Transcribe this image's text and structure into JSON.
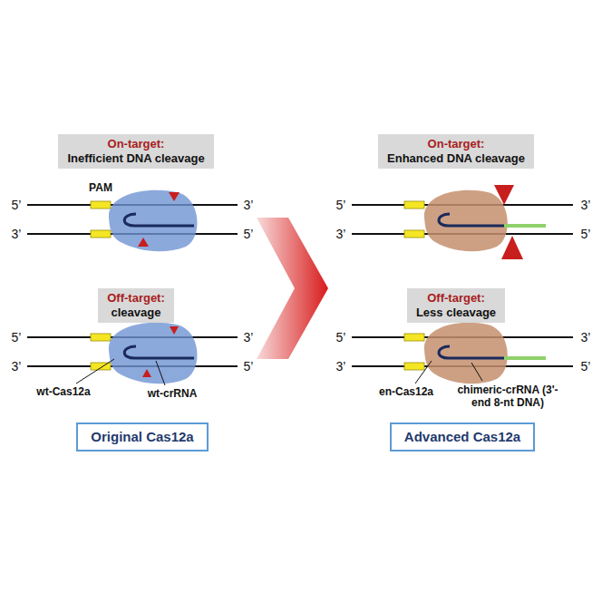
{
  "diagram": {
    "nodes": [
      {
        "text": [
          "On-target:",
          "Inefficient DNA cleavage"
        ]
      },
      {
        "text": [
          "Off-target:",
          "cleavage"
        ]
      },
      {
        "text": [
          "Original Cas12a"
        ]
      },
      {
        "text": [
          "On-target:",
          "Enhanced DNA cleavage"
        ]
      },
      {
        "text": [
          "Off-target:",
          "Less cleavage"
        ]
      },
      {
        "text": [
          "Advanced Cas12a"
        ]
      }
    ],
    "labels": [
      "5’",
      "3’",
      "3’",
      "5’",
      "PAM",
      "5’",
      "3’",
      "3’",
      "5’",
      "wt-Cas12a",
      "wt-crRNA",
      "5’",
      "3’",
      "3’",
      "5’",
      "5’",
      "3’",
      "3’",
      "5’",
      "en-Cas12a",
      "chimeric-crRNA (3'-end 8-nt DNA)"
    ]
  }
}
